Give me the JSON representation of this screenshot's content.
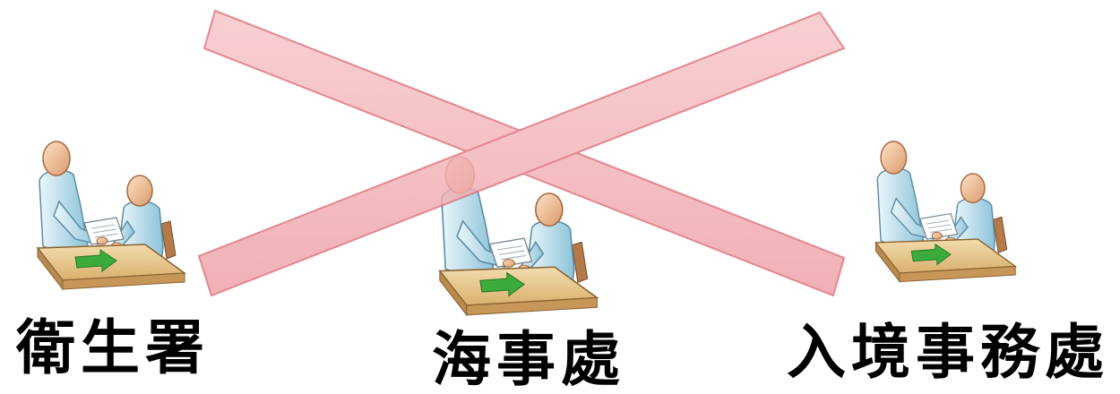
{
  "offices": [
    {
      "name": "衛生署",
      "icon": "meeting-icon"
    },
    {
      "name": "海事處",
      "icon": "meeting-icon"
    },
    {
      "name": "入境事務處",
      "icon": "meeting-icon"
    }
  ],
  "cross_mark": {
    "icon": "cross-out-icon",
    "color": "#f3a7ad",
    "stroke": "#e06f78"
  },
  "colors": {
    "skin": "#f1c49a",
    "shirt": "#bfe0ee",
    "table": "#e9c98f",
    "arrow": "#38a838"
  }
}
